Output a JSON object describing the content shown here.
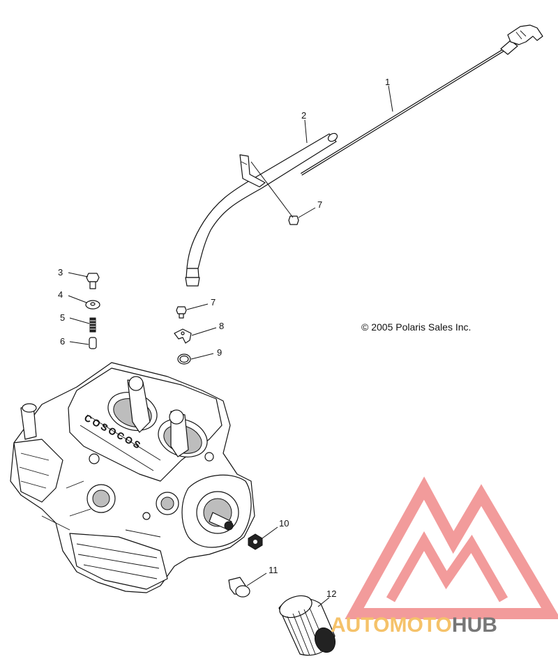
{
  "diagram": {
    "callouts": [
      "1",
      "2",
      "3",
      "4",
      "5",
      "6",
      "7",
      "7",
      "8",
      "9",
      "10",
      "11",
      "12"
    ],
    "copyright": "© 2005 Polaris Sales Inc."
  },
  "watermark": {
    "text_part1": "AUTOMOTO",
    "text_part2": "HUB",
    "color_primary": "#f08a8a",
    "color_secondary": "#f5c26a",
    "color_dark": "#777777"
  }
}
